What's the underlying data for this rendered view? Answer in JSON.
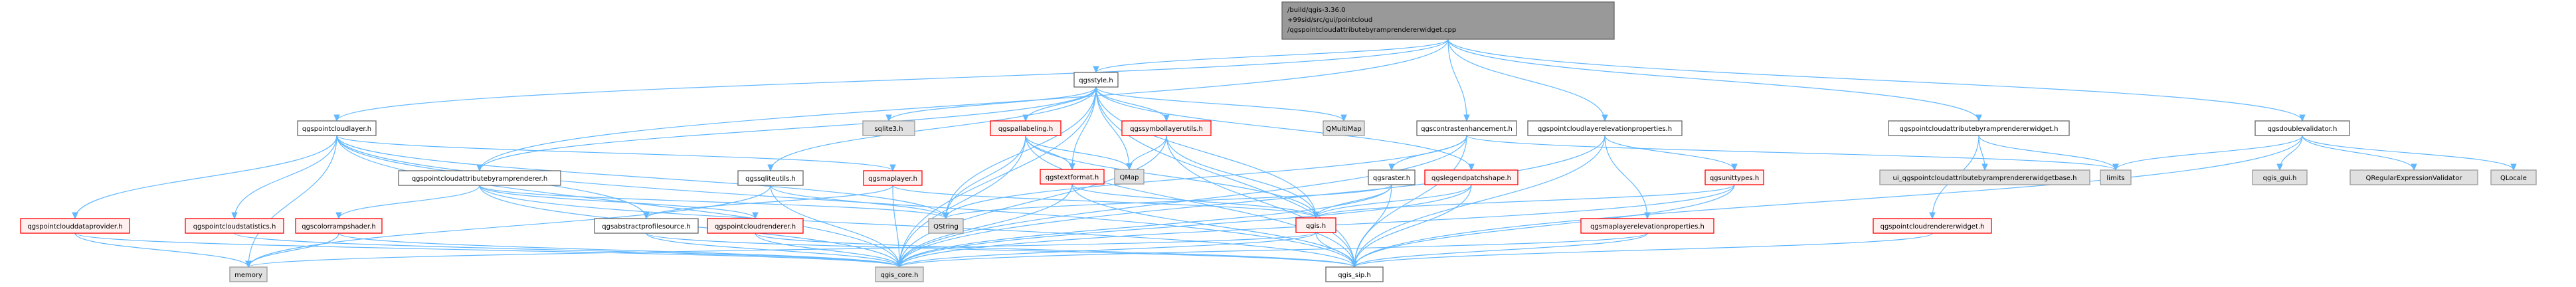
{
  "diagram": {
    "colors": {
      "edge": "#63b8ff",
      "root_fill": "#999999",
      "documented_fill": "#ffffff",
      "documented_stroke": "#666666",
      "incomplete_fill": "#fff0f0",
      "incomplete_stroke": "#ff0000",
      "external_fill": "#e0e0e0",
      "external_stroke": "#999999"
    },
    "nodes": [
      {
        "id": "root",
        "kind": "root",
        "lines": [
          "/build/qgis-3.36.0",
          "+99sid/src/gui/pointcloud",
          "/qgspointcloudattributebyramprendererwidget.cpp"
        ]
      },
      {
        "id": "qgspointcloudlayer",
        "kind": "doc",
        "lines": [
          "qgspointcloudlayer.h"
        ]
      },
      {
        "id": "qgsstyle",
        "kind": "doc",
        "lines": [
          "qgsstyle.h"
        ]
      },
      {
        "id": "qgspointcloudattributebyramprenderer",
        "kind": "doc",
        "lines": [
          "qgspointcloudattributebyramprenderer.h"
        ]
      },
      {
        "id": "qgscontrastenhancement",
        "kind": "doc",
        "lines": [
          "qgscontrastenhancement.h"
        ]
      },
      {
        "id": "qgspointcloudlayerelevationproperties",
        "kind": "doc",
        "lines": [
          "qgspointcloudlayerelevationproperties.h"
        ]
      },
      {
        "id": "qgspointcloudattributebyramprendererwidget",
        "kind": "doc",
        "lines": [
          "qgspointcloudattributebyramprendererwidget.h"
        ]
      },
      {
        "id": "qgsdoublevalidator",
        "kind": "doc",
        "lines": [
          "qgsdoublevalidator.h"
        ]
      },
      {
        "id": "sqlite3",
        "kind": "external",
        "lines": [
          "sqlite3.h"
        ]
      },
      {
        "id": "qgspallabeling",
        "kind": "incomplete",
        "lines": [
          "qgspallabeling.h"
        ]
      },
      {
        "id": "qgssymbollayerutils",
        "kind": "incomplete",
        "lines": [
          "qgssymbollayerutils.h"
        ]
      },
      {
        "id": "QMultiMap",
        "kind": "external",
        "lines": [
          "QMultiMap"
        ]
      },
      {
        "id": "qgspointclouddataprovider",
        "kind": "incomplete",
        "lines": [
          "qgspointclouddataprovider.h"
        ]
      },
      {
        "id": "qgspointcloudstatistics",
        "kind": "incomplete",
        "lines": [
          "qgspointcloudstatistics.h"
        ]
      },
      {
        "id": "qgscolorrampshader",
        "kind": "incomplete",
        "lines": [
          "qgscolorrampshader.h"
        ]
      },
      {
        "id": "qgssqliteutils",
        "kind": "doc",
        "lines": [
          "qgssqliteutils.h"
        ]
      },
      {
        "id": "qgsmaplayer",
        "kind": "incomplete",
        "lines": [
          "qgsmaplayer.h"
        ]
      },
      {
        "id": "qgstextformat",
        "kind": "incomplete",
        "lines": [
          "qgstextformat.h"
        ]
      },
      {
        "id": "QMap",
        "kind": "external",
        "lines": [
          "QMap"
        ]
      },
      {
        "id": "qgsraster",
        "kind": "doc",
        "lines": [
          "qgsraster.h"
        ]
      },
      {
        "id": "qgslegendpatchshape",
        "kind": "incomplete",
        "lines": [
          "qgslegendpatchshape.h"
        ]
      },
      {
        "id": "qgsunittypes",
        "kind": "incomplete",
        "lines": [
          "qgsunittypes.h"
        ]
      },
      {
        "id": "ui_widgetbase",
        "kind": "external",
        "lines": [
          "ui_qgspointcloudattributebyramprendererwidgetbase.h"
        ]
      },
      {
        "id": "limits",
        "kind": "external",
        "lines": [
          "limits"
        ]
      },
      {
        "id": "qgis_gui",
        "kind": "external",
        "lines": [
          "qgis_gui.h"
        ]
      },
      {
        "id": "QRegularExpressionValidator",
        "kind": "external",
        "lines": [
          "QRegularExpressionValidator"
        ]
      },
      {
        "id": "QLocale",
        "kind": "external",
        "lines": [
          "QLocale"
        ]
      },
      {
        "id": "qgsabstractprofilesource",
        "kind": "doc",
        "lines": [
          "qgsabstractprofilesource.h"
        ]
      },
      {
        "id": "qgspointcloudrenderer",
        "kind": "incomplete",
        "lines": [
          "qgspointcloudrenderer.h"
        ]
      },
      {
        "id": "QString",
        "kind": "external",
        "lines": [
          "QString"
        ]
      },
      {
        "id": "qgis",
        "kind": "incomplete",
        "lines": [
          "qgis.h"
        ]
      },
      {
        "id": "qgsmaplayerelevationproperties",
        "kind": "incomplete",
        "lines": [
          "qgsmaplayerelevationproperties.h"
        ]
      },
      {
        "id": "qgspointcloudrendererwidget",
        "kind": "incomplete",
        "lines": [
          "qgspointcloudrendererwidget.h"
        ]
      },
      {
        "id": "memory",
        "kind": "external",
        "lines": [
          "memory"
        ]
      },
      {
        "id": "qgis_core",
        "kind": "external",
        "lines": [
          "qgis_core.h"
        ]
      },
      {
        "id": "qgis_sip",
        "kind": "doc",
        "lines": [
          "qgis_sip.h"
        ]
      }
    ],
    "edges": [
      [
        "root",
        "qgspointcloudlayer"
      ],
      [
        "root",
        "qgsstyle"
      ],
      [
        "root",
        "qgspointcloudattributebyramprenderer"
      ],
      [
        "root",
        "qgscontrastenhancement"
      ],
      [
        "root",
        "qgspointcloudlayerelevationproperties"
      ],
      [
        "root",
        "qgspointcloudattributebyramprendererwidget"
      ],
      [
        "root",
        "qgsdoublevalidator"
      ],
      [
        "qgspointcloudlayer",
        "qgspointclouddataprovider"
      ],
      [
        "qgspointcloudlayer",
        "qgspointcloudstatistics"
      ],
      [
        "qgspointcloudlayer",
        "qgsabstractprofilesource"
      ],
      [
        "qgspointcloudlayer",
        "qgsmaplayer"
      ],
      [
        "qgspointcloudlayer",
        "memory"
      ],
      [
        "qgspointcloudlayer",
        "qgis_core"
      ],
      [
        "qgspointcloudlayer",
        "qgis_sip"
      ],
      [
        "qgspointcloudlayer",
        "QString"
      ],
      [
        "qgsstyle",
        "sqlite3"
      ],
      [
        "qgsstyle",
        "qgspallabeling"
      ],
      [
        "qgsstyle",
        "qgssymbollayerutils"
      ],
      [
        "qgsstyle",
        "QMultiMap"
      ],
      [
        "qgsstyle",
        "qgssqliteutils"
      ],
      [
        "qgsstyle",
        "qgstextformat"
      ],
      [
        "qgsstyle",
        "QMap"
      ],
      [
        "qgsstyle",
        "qgslegendpatchshape"
      ],
      [
        "qgsstyle",
        "QString"
      ],
      [
        "qgsstyle",
        "qgis"
      ],
      [
        "qgsstyle",
        "qgis_core"
      ],
      [
        "qgsstyle",
        "qgis_sip"
      ],
      [
        "qgsstyle",
        "qgspointcloudattributebyramprenderer"
      ],
      [
        "qgspointcloudattributebyramprenderer",
        "qgscolorrampshader"
      ],
      [
        "qgspointcloudattributebyramprenderer",
        "qgspointcloudrenderer"
      ],
      [
        "qgspointcloudattributebyramprenderer",
        "qgis_core"
      ],
      [
        "qgspointcloudattributebyramprenderer",
        "qgis_sip"
      ],
      [
        "qgspointcloudattributebyramprenderer",
        "QString"
      ],
      [
        "qgspallabeling",
        "qgstextformat"
      ],
      [
        "qgspallabeling",
        "QMap"
      ],
      [
        "qgspallabeling",
        "QString"
      ],
      [
        "qgspallabeling",
        "qgis_core"
      ],
      [
        "qgspallabeling",
        "qgis_sip"
      ],
      [
        "qgspallabeling",
        "qgis"
      ],
      [
        "qgssymbollayerutils",
        "QMap"
      ],
      [
        "qgssymbollayerutils",
        "qgis"
      ],
      [
        "qgssymbollayerutils",
        "qgis_core"
      ],
      [
        "qgssymbollayerutils",
        "qgis_sip"
      ],
      [
        "qgscontrastenhancement",
        "qgsraster"
      ],
      [
        "qgscontrastenhancement",
        "limits"
      ],
      [
        "qgscontrastenhancement",
        "qgis_core"
      ],
      [
        "qgscontrastenhancement",
        "qgis_sip"
      ],
      [
        "qgscontrastenhancement",
        "QString"
      ],
      [
        "qgspointcloudlayerelevationproperties",
        "qgsmaplayerelevationproperties"
      ],
      [
        "qgspointcloudlayerelevationproperties",
        "qgsunittypes"
      ],
      [
        "qgspointcloudlayerelevationproperties",
        "qgis_core"
      ],
      [
        "qgspointcloudlayerelevationproperties",
        "qgis_sip"
      ],
      [
        "qgspointcloudattributebyramprendererwidget",
        "ui_widgetbase"
      ],
      [
        "qgspointcloudattributebyramprendererwidget",
        "limits"
      ],
      [
        "qgspointcloudattributebyramprendererwidget",
        "qgspointcloudrendererwidget"
      ],
      [
        "qgsdoublevalidator",
        "limits"
      ],
      [
        "qgsdoublevalidator",
        "qgis_gui"
      ],
      [
        "qgsdoublevalidator",
        "QRegularExpressionValidator"
      ],
      [
        "qgsdoublevalidator",
        "QLocale"
      ],
      [
        "qgsdoublevalidator",
        "qgis_sip"
      ],
      [
        "qgspointclouddataprovider",
        "memory"
      ],
      [
        "qgspointclouddataprovider",
        "qgis_core"
      ],
      [
        "qgspointcloudstatistics",
        "qgis_core"
      ],
      [
        "qgscolorrampshader",
        "memory"
      ],
      [
        "qgscolorrampshader",
        "qgis_core"
      ],
      [
        "qgssqliteutils",
        "memory"
      ],
      [
        "qgssqliteutils",
        "qgis_core"
      ],
      [
        "qgssqliteutils",
        "QString"
      ],
      [
        "qgsmaplayer",
        "qgis"
      ],
      [
        "qgsmaplayer",
        "qgis_core"
      ],
      [
        "qgsmaplayer",
        "qgsabstractprofilesource"
      ],
      [
        "qgstextformat",
        "qgis"
      ],
      [
        "qgstextformat",
        "qgis_core"
      ],
      [
        "qgstextformat",
        "qgis_sip"
      ],
      [
        "qgsraster",
        "qgis"
      ],
      [
        "qgsraster",
        "qgis_core"
      ],
      [
        "qgsraster",
        "qgis_sip"
      ],
      [
        "qgsraster",
        "QString"
      ],
      [
        "qgslegendpatchshape",
        "qgis"
      ],
      [
        "qgslegendpatchshape",
        "qgis_core"
      ],
      [
        "qgslegendpatchshape",
        "qgis_sip"
      ],
      [
        "qgsunittypes",
        "qgis"
      ],
      [
        "qgsunittypes",
        "qgis_core"
      ],
      [
        "qgsunittypes",
        "qgis_sip"
      ],
      [
        "qgsabstractprofilesource",
        "qgis_core"
      ],
      [
        "qgsabstractprofilesource",
        "qgis_sip"
      ],
      [
        "qgspointcloudrenderer",
        "qgis_core"
      ],
      [
        "qgspointcloudrenderer",
        "qgis_sip"
      ],
      [
        "qgis",
        "qgis_sip"
      ],
      [
        "qgis",
        "qgis_core"
      ],
      [
        "qgis",
        "memory"
      ],
      [
        "qgsmaplayerelevationproperties",
        "qgis_core"
      ],
      [
        "qgsmaplayerelevationproperties",
        "qgis_sip"
      ],
      [
        "qgspointcloudrendererwidget",
        "qgis_sip"
      ]
    ]
  }
}
